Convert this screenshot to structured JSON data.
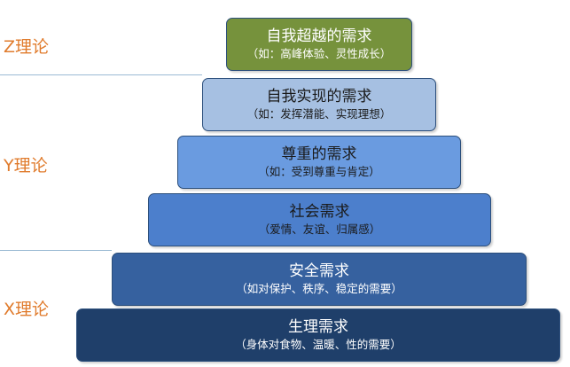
{
  "theories": [
    {
      "label": "Z理论"
    },
    {
      "label": "Y理论"
    },
    {
      "label": "X理论"
    }
  ],
  "tiers": [
    {
      "title": "自我超越的需求",
      "subtitle": "（如：高峰体验、灵性成长）",
      "fill": "#76923c",
      "text_color": "#ffffff"
    },
    {
      "title": "自我实现的需求",
      "subtitle": "（如：发挥潜能、实现理想）",
      "fill": "#a6c0e2",
      "text_color": "#1a1a1a"
    },
    {
      "title": "尊重的需求",
      "subtitle": "（如：受到尊重与肯定）",
      "fill": "#6a9be0",
      "text_color": "#1a1a1a"
    },
    {
      "title": "社会需求",
      "subtitle": "（爱情、友谊、归属感）",
      "fill": "#4c7fcc",
      "text_color": "#1a1a1a"
    },
    {
      "title": "安全需求",
      "subtitle": "（如对保护、秩序、稳定的需要）",
      "fill": "#36619f",
      "text_color": "#ffffff"
    },
    {
      "title": "生理需求",
      "subtitle": "（身体对食物、温暖、性的需要）",
      "fill": "#1f3f6a",
      "text_color": "#ffffff"
    }
  ]
}
